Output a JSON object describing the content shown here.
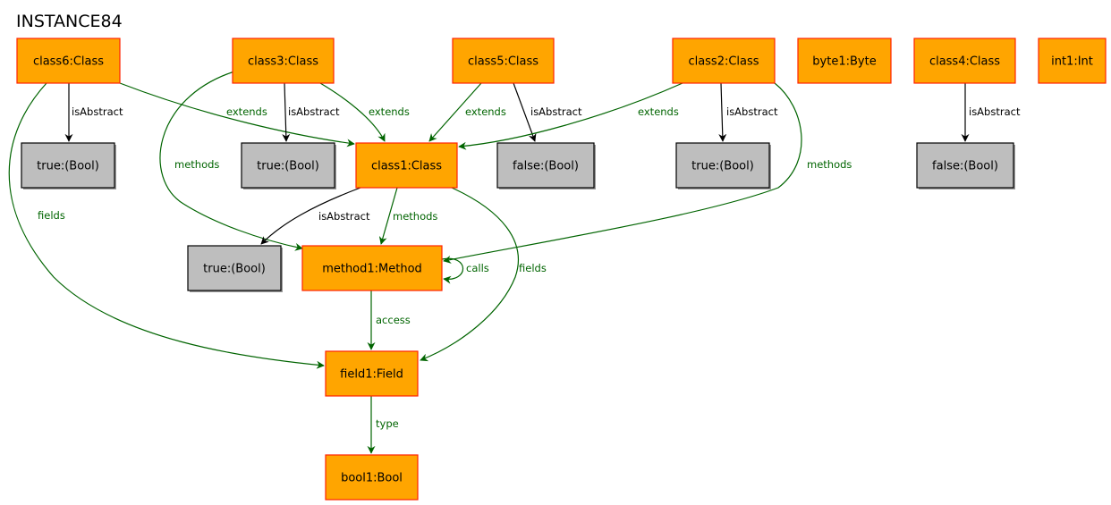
{
  "title": "INSTANCE84",
  "colors": {
    "object_fill": "#ffa500",
    "object_stroke": "#ff2200",
    "value_fill": "#bebebe",
    "value_stroke": "#000000",
    "green_edge": "#006400",
    "black_edge": "#000000"
  },
  "nodes": [
    {
      "id": "class6",
      "label": "class6:Class",
      "kind": "object"
    },
    {
      "id": "class3",
      "label": "class3:Class",
      "kind": "object"
    },
    {
      "id": "class5",
      "label": "class5:Class",
      "kind": "object"
    },
    {
      "id": "class2",
      "label": "class2:Class",
      "kind": "object"
    },
    {
      "id": "byte1",
      "label": "byte1:Byte",
      "kind": "object"
    },
    {
      "id": "class4",
      "label": "class4:Class",
      "kind": "object"
    },
    {
      "id": "int1",
      "label": "int1:Int",
      "kind": "object"
    },
    {
      "id": "true_c6",
      "label": "true:(Bool)",
      "kind": "value"
    },
    {
      "id": "true_c3",
      "label": "true:(Bool)",
      "kind": "value"
    },
    {
      "id": "class1",
      "label": "class1:Class",
      "kind": "object"
    },
    {
      "id": "false_c5",
      "label": "false:(Bool)",
      "kind": "value"
    },
    {
      "id": "true_c2",
      "label": "true:(Bool)",
      "kind": "value"
    },
    {
      "id": "false_c4",
      "label": "false:(Bool)",
      "kind": "value"
    },
    {
      "id": "true_c1",
      "label": "true:(Bool)",
      "kind": "value"
    },
    {
      "id": "method1",
      "label": "method1:Method",
      "kind": "object"
    },
    {
      "id": "field1",
      "label": "field1:Field",
      "kind": "object"
    },
    {
      "id": "bool1",
      "label": "bool1:Bool",
      "kind": "object"
    }
  ],
  "edges": [
    {
      "id": "e_c6_abs",
      "from": "class6",
      "to": "true_c6",
      "label": "isAbstract",
      "color": "black"
    },
    {
      "id": "e_c6_ext",
      "from": "class6",
      "to": "class1",
      "label": "extends",
      "color": "green"
    },
    {
      "id": "e_c6_fields",
      "from": "class6",
      "to": "field1",
      "label": "fields",
      "color": "green"
    },
    {
      "id": "e_c3_abs",
      "from": "class3",
      "to": "true_c3",
      "label": "isAbstract",
      "color": "black"
    },
    {
      "id": "e_c3_ext",
      "from": "class3",
      "to": "class1",
      "label": "extends",
      "color": "green"
    },
    {
      "id": "e_c3_methods",
      "from": "class3",
      "to": "method1",
      "label": "methods",
      "color": "green"
    },
    {
      "id": "e_c5_ext",
      "from": "class5",
      "to": "class1",
      "label": "extends",
      "color": "green"
    },
    {
      "id": "e_c5_abs",
      "from": "class5",
      "to": "false_c5",
      "label": "isAbstract",
      "color": "black"
    },
    {
      "id": "e_c2_ext",
      "from": "class2",
      "to": "class1",
      "label": "extends",
      "color": "green"
    },
    {
      "id": "e_c2_abs",
      "from": "class2",
      "to": "true_c2",
      "label": "isAbstract",
      "color": "black"
    },
    {
      "id": "e_c2_methods",
      "from": "class2",
      "to": "method1",
      "label": "methods",
      "color": "green"
    },
    {
      "id": "e_c4_abs",
      "from": "class4",
      "to": "false_c4",
      "label": "isAbstract",
      "color": "black"
    },
    {
      "id": "e_c1_abs",
      "from": "class1",
      "to": "true_c1",
      "label": "isAbstract",
      "color": "black"
    },
    {
      "id": "e_c1_methods",
      "from": "class1",
      "to": "method1",
      "label": "methods",
      "color": "green"
    },
    {
      "id": "e_c1_fields",
      "from": "class1",
      "to": "field1",
      "label": "fields",
      "color": "green"
    },
    {
      "id": "e_m1_calls",
      "from": "method1",
      "to": "method1",
      "label": "calls",
      "color": "green"
    },
    {
      "id": "e_m1_access",
      "from": "method1",
      "to": "field1",
      "label": "access",
      "color": "green"
    },
    {
      "id": "e_f1_type",
      "from": "field1",
      "to": "bool1",
      "label": "type",
      "color": "green"
    }
  ]
}
